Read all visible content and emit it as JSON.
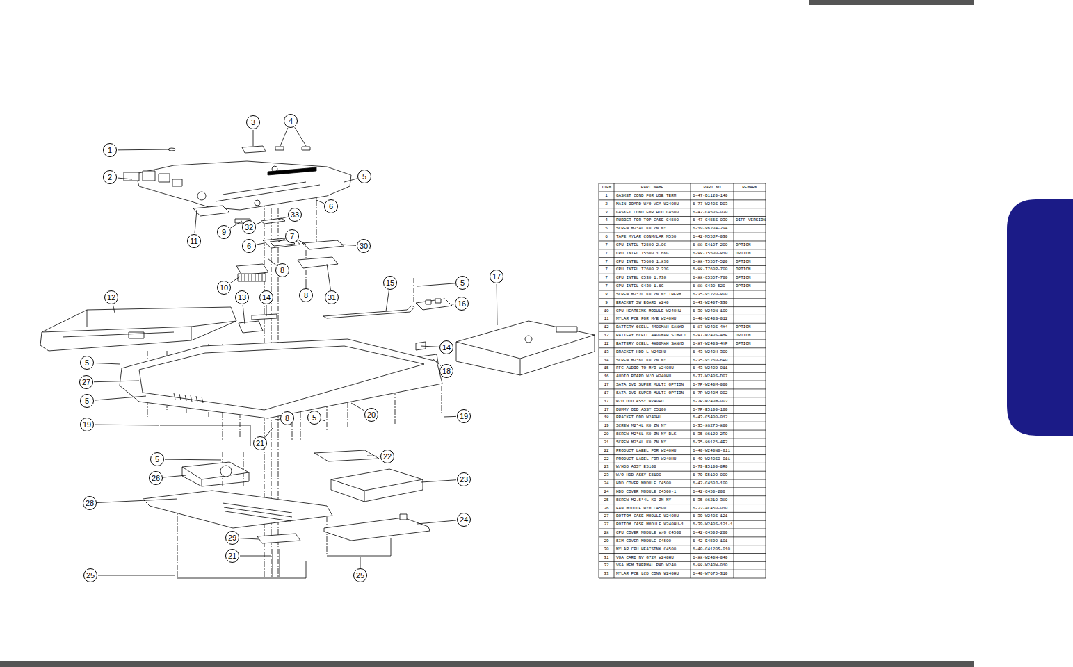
{
  "diagram": {
    "nodes": [
      {
        "text": [
          "3"
        ]
      },
      {
        "text": [
          "4"
        ]
      },
      {
        "text": [
          "1"
        ]
      },
      {
        "text": [
          "2"
        ]
      },
      {
        "text": [
          "5"
        ]
      },
      {
        "text": [
          "6"
        ]
      },
      {
        "text": [
          "33"
        ]
      },
      {
        "text": [
          "32"
        ]
      },
      {
        "text": [
          "9"
        ]
      },
      {
        "text": [
          "7"
        ]
      },
      {
        "text": [
          "11"
        ]
      },
      {
        "text": [
          "6"
        ]
      },
      {
        "text": [
          "30"
        ]
      },
      {
        "text": [
          "8"
        ]
      },
      {
        "text": [
          "17"
        ]
      },
      {
        "text": [
          "15"
        ]
      },
      {
        "text": [
          "5"
        ]
      },
      {
        "text": [
          "10"
        ]
      },
      {
        "text": [
          "8"
        ]
      },
      {
        "text": [
          "31"
        ]
      },
      {
        "text": [
          "12"
        ]
      },
      {
        "text": [
          "13"
        ]
      },
      {
        "text": [
          "14"
        ]
      },
      {
        "text": [
          "16"
        ]
      },
      {
        "text": [
          "14"
        ]
      },
      {
        "text": [
          "5"
        ]
      },
      {
        "text": [
          "18"
        ]
      },
      {
        "text": [
          "27"
        ]
      },
      {
        "text": [
          "5"
        ]
      },
      {
        "text": [
          "20"
        ]
      },
      {
        "text": [
          "19"
        ]
      },
      {
        "text": [
          "8"
        ]
      },
      {
        "text": [
          "5"
        ]
      },
      {
        "text": [
          "19"
        ]
      },
      {
        "text": [
          "21"
        ]
      },
      {
        "text": [
          "22"
        ]
      },
      {
        "text": [
          "5"
        ]
      },
      {
        "text": [
          "26"
        ]
      },
      {
        "text": [
          "23"
        ]
      },
      {
        "text": [
          "28"
        ]
      },
      {
        "text": [
          "24"
        ]
      },
      {
        "text": [
          "29"
        ]
      },
      {
        "text": [
          "21"
        ]
      },
      {
        "text": [
          "25"
        ]
      },
      {
        "text": [
          "25"
        ]
      }
    ],
    "labels": [
      "ITEM",
      "PART NAME",
      "PART NO",
      "REMARK",
      "1",
      "GASKET COND FOR USB TERM",
      "6-47-D1120-140",
      "2",
      "MAIN BOARD W/O VGA W240HU",
      "6-77-W240S-D03",
      "3",
      "GASKET COND FOR HDD C4500",
      "6-42-C450S-030",
      "4",
      "RUBBER FOR TOP CASE C4500",
      "6-47-C455S-030",
      "DIFF VERSION",
      "5",
      "SCREW M2*4L K0 ZN NY",
      "6-19-86204-294",
      "6",
      "TAPE MYLAR CONMYLAR M550",
      "6-42-M55JP-030",
      "7",
      "CPU INTEL T2500 2.0G",
      "6-88-E410T-200",
      "OPTION",
      "7",
      "CPU INTEL T5500 1.66G",
      "6-88-T5500-810",
      "OPTION",
      "7",
      "CPU INTEL T5600 1.83G",
      "6-88-T555T-520",
      "OPTION",
      "7",
      "CPU INTEL T7600 2.33G",
      "6-88-T760P-700",
      "OPTION",
      "7",
      "CPU INTEL C530 1.73G",
      "6-88-C555T-700",
      "OPTION",
      "7",
      "CPU INTEL C430 1.6G",
      "6-88-C430-520",
      "OPTION",
      "8",
      "SCREW M2*3L K0 ZN NY THERM",
      "6-35-81220-800",
      "9",
      "BRACKET SW BOARD W240",
      "6-43-W240T-330",
      "10",
      "CPU HEATSINK MODULE W240HU",
      "6-30-W240N-100",
      "11",
      "MYLAR PCB FOR M/B W240HU",
      "6-40-W240S-012",
      "12",
      "BATTERY 6CELL 4400MAH SANYO",
      "6-87-W240S-4Y4",
      "OPTION",
      "12",
      "BATTERY 6CELL 4400MAH SIMPLO",
      "6-87-W240S-4YF",
      "OPTION",
      "12",
      "BATTERY 6CELL 4800MAH SANYO",
      "6-87-W240S-4YF",
      "OPTION",
      "13",
      "BRACKET HDD L W240HU",
      "6-43-W240H-300",
      "14",
      "SCREW M2*6L K0 ZN NY",
      "6-35-81260-6R0",
      "15",
      "FFC AUDIO TO M/B W240HU",
      "6-43-W240D-011",
      "16",
      "AUDIO BOARD W/O W240HU",
      "6-77-W240S-D07",
      "17",
      "SATA DVD SUPER MULTI OPTION",
      "6-7P-W240M-000",
      "17",
      "SATA DVD SUPER MULTI OPTION",
      "6-7P-W240M-002",
      "17",
      "W/O ODD ASSY W240HU",
      "6-7P-W240M-003",
      "17",
      "DUMMY ODD ASSY C5100",
      "6-7P-E5100-100",
      "18",
      "BRACKET ODD W240HU",
      "6-43-C5400-012",
      "19",
      "SCREW M2*4L K0 ZN NY",
      "6-35-86275-800",
      "20",
      "SCREW M2*6L K0 ZN NY BLK",
      "6-35-86120-2R0",
      "21",
      "SCREW M2*4L K0 ZN NY",
      "6-35-86125-4R2",
      "22",
      "PRODUCT LABEL FOR W240HU",
      "6-40-W240N0-011",
      "22",
      "PRODUCT LABEL FOR W240HU",
      "6-40-W240S0-011",
      "23",
      "W/HDD ASSY E5100",
      "6-79-E5100-0R0",
      "23",
      "W/O HDD ASSY E5100",
      "6-79-E5100-000",
      "24",
      "HDD COVER MODULE C4500",
      "6-42-C450J-100",
      "24",
      "HDD COVER MODULE C4500-1",
      "6-42-C450-200",
      "25",
      "SCREW M2.5*4L K0 ZN NY",
      "6-35-86210-380",
      "26",
      "FAN MODULE W/O C4500",
      "6-23-4C450-010",
      "27",
      "BOTTOM CASE MODULE W240HU",
      "6-39-W240S-121",
      "27",
      "BOTTOM CASE MODULE W240HU-1",
      "6-39-W240S-121-1",
      "28",
      "CPU COVER MODULE W/O C4500",
      "6-42-C450J-200",
      "29",
      "SIM COVER MODULE C4500",
      "6-42-E4590-101",
      "30",
      "MYLAR CPU HEATSINK C4500",
      "6-40-C4120S-010",
      "31",
      "VGA CARD NV G72M W240HU",
      "6-88-W240H-040",
      "32",
      "VGA MEM THERMAL PAD W240",
      "6-88-W240W-010",
      "33",
      "MYLAR PCB LCD CONN W240HU",
      "6-40-W7675-310"
    ]
  }
}
